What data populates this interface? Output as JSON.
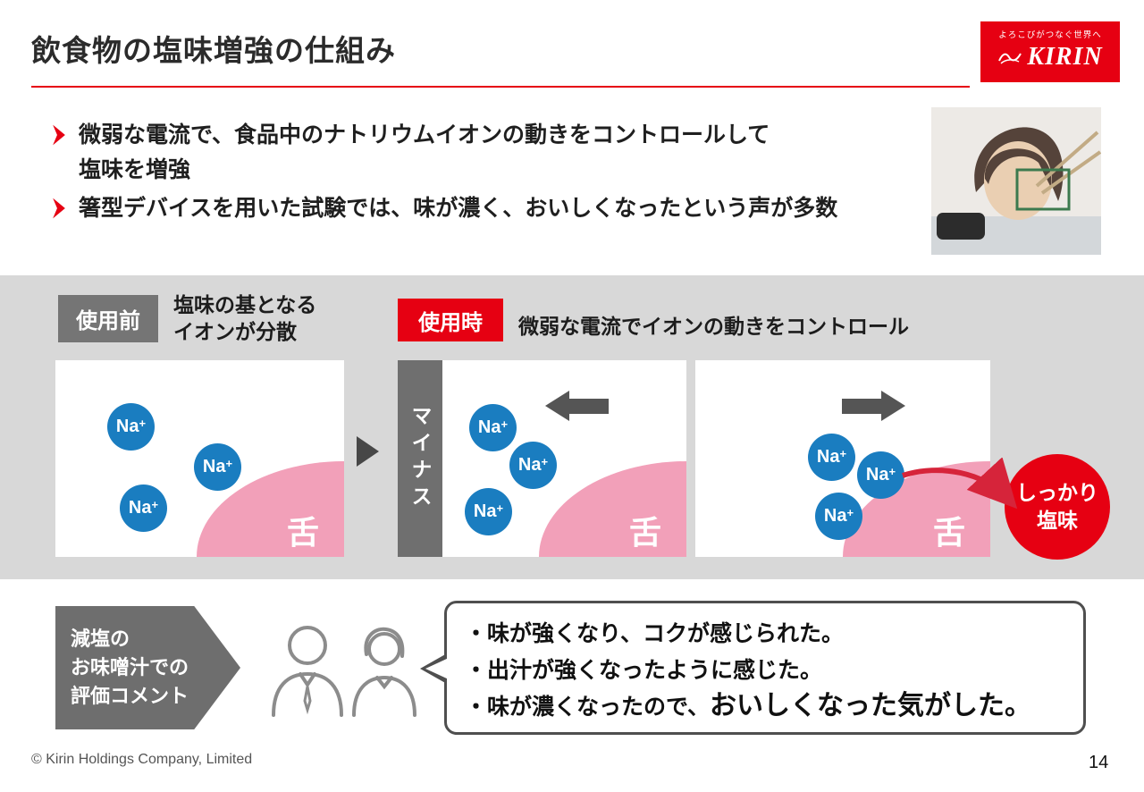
{
  "header": {
    "title": "飲食物の塩味増強の仕組み",
    "logo_tagline": "よろこびがつなぐ世界へ",
    "logo_brand": "KIRIN"
  },
  "bullets": [
    "微弱な電流で、食品中のナトリウムイオンの動きをコントロールして\n塩味を増強",
    "箸型デバイスを用いた試験では、味が濃く、おいしくなったという声が多数"
  ],
  "diagram": {
    "before_label": "使用前",
    "before_desc": "塩味の基となる\nイオンが分散",
    "during_label": "使用時",
    "during_desc": "微弱な電流でイオンの動きをコントロール",
    "minus_label": "マイナス",
    "ion_text": "Na",
    "ion_sup": "+",
    "tongue_label": "舌",
    "result_label": "しっかり\n塩味"
  },
  "comments": {
    "tag": "減塩の\nお味噌汁での\n評価コメント",
    "items": [
      {
        "text": "・味が強くなり、コクが感じられた。"
      },
      {
        "text": "・出汁が強くなったように感じた。"
      },
      {
        "text": "・味が濃くなったので、",
        "emph": "おいしくなった気がした。"
      }
    ]
  },
  "footer": {
    "copyright": "© Kirin Holdings Company, Limited",
    "page": "14"
  },
  "colors": {
    "kirin_red": "#e60012",
    "band_gray": "#d8d8d8",
    "box_gray": "#6e6e6e",
    "ion_blue": "#1a7dc0",
    "tongue_pink": "#f2a0b9",
    "arrow_gray": "#555555",
    "text_dark": "#1f1f1f"
  }
}
